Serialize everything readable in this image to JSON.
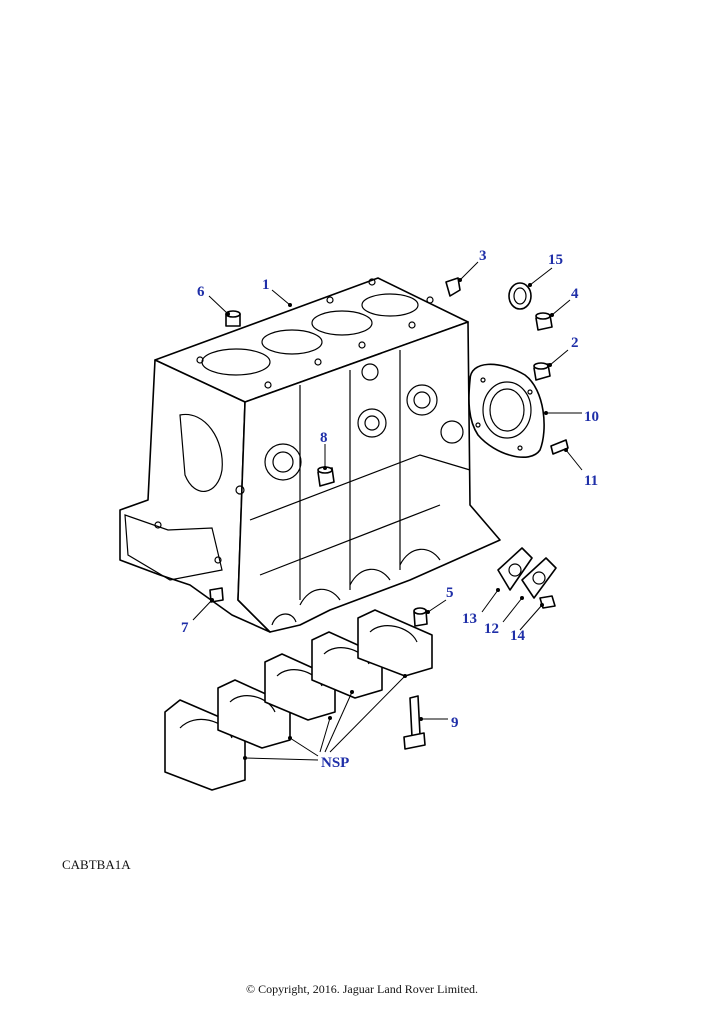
{
  "diagram": {
    "callouts": [
      {
        "id": "c1",
        "label": "1"
      },
      {
        "id": "c2",
        "label": "2"
      },
      {
        "id": "c3",
        "label": "3"
      },
      {
        "id": "c4",
        "label": "4"
      },
      {
        "id": "c5",
        "label": "5"
      },
      {
        "id": "c6",
        "label": "6"
      },
      {
        "id": "c7",
        "label": "7"
      },
      {
        "id": "c8",
        "label": "8"
      },
      {
        "id": "c9",
        "label": "9"
      },
      {
        "id": "c10",
        "label": "10"
      },
      {
        "id": "c11",
        "label": "11"
      },
      {
        "id": "c12",
        "label": "12"
      },
      {
        "id": "c13",
        "label": "13"
      },
      {
        "id": "c14",
        "label": "14"
      },
      {
        "id": "c15",
        "label": "15"
      },
      {
        "id": "nsp",
        "label": "NSP"
      }
    ],
    "callout_color": "#1f2fa8"
  },
  "reference_code": "CABTBA1A",
  "copyright": "© Copyright, 2016. Jaguar Land Rover Limited."
}
